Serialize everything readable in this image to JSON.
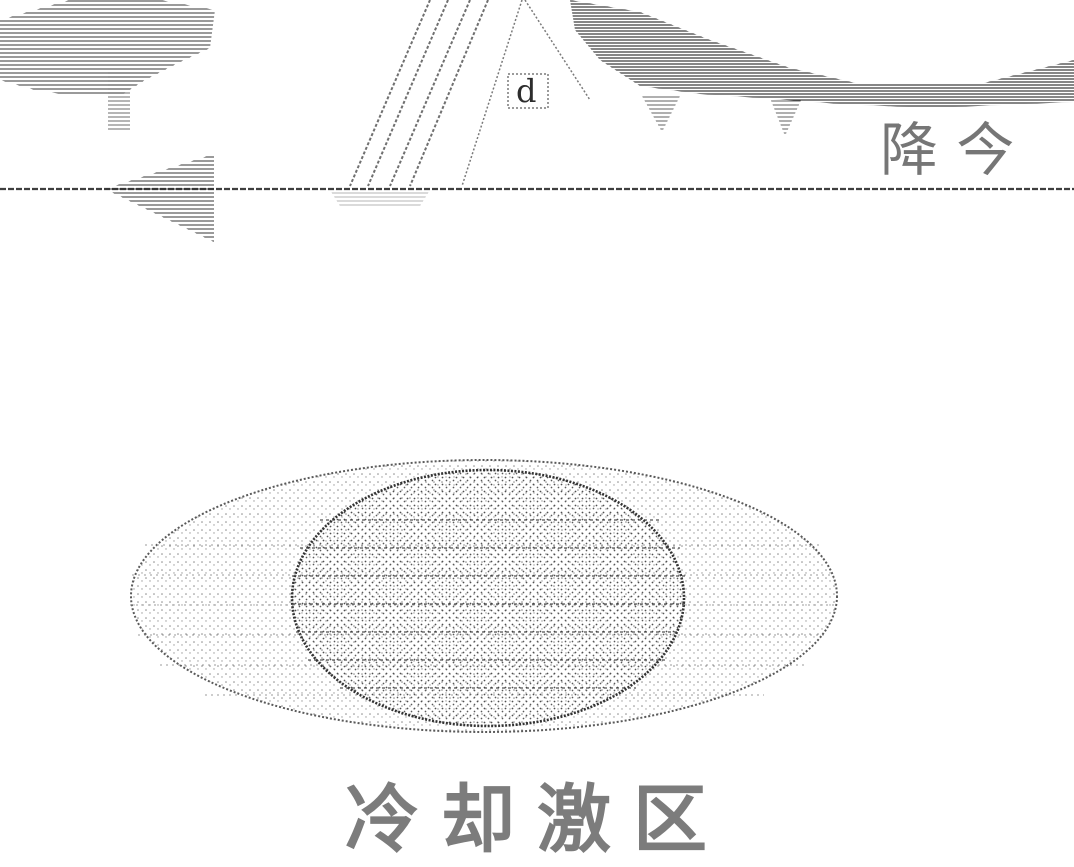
{
  "top_panel": {
    "label_left": "d",
    "label_right": "降 今"
  },
  "bottom_panel": {
    "caption": "冷却激区"
  },
  "colors": {
    "ink": "#2b2b2b",
    "light_ink": "#8a8a8a",
    "background": "#ffffff"
  }
}
